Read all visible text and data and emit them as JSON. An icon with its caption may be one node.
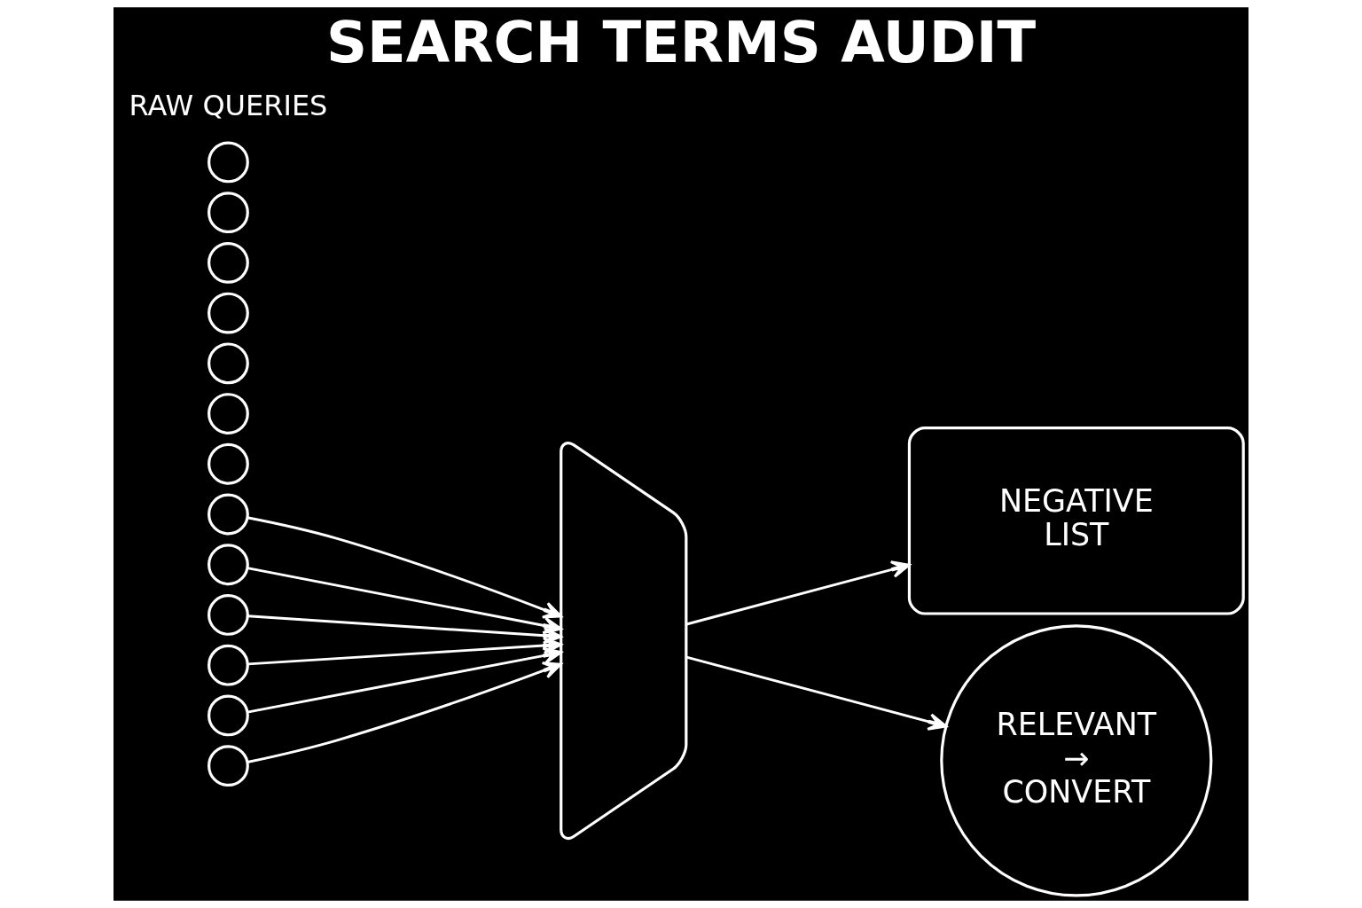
{
  "diagram": {
    "title": "SEARCH TERMS AUDIT",
    "nodes": [
      {
        "text": [],
        "shape": "circle"
      },
      {
        "text": [],
        "shape": "circle"
      },
      {
        "text": [],
        "shape": "circle"
      },
      {
        "text": [],
        "shape": "circle"
      },
      {
        "text": [],
        "shape": "circle"
      },
      {
        "text": [],
        "shape": "circle"
      },
      {
        "text": [],
        "shape": "circle"
      },
      {
        "text": [],
        "shape": "circle"
      },
      {
        "text": [],
        "shape": "circle"
      },
      {
        "text": [],
        "shape": "circle"
      },
      {
        "text": [],
        "shape": "circle"
      },
      {
        "text": [],
        "shape": "circle"
      },
      {
        "text": [],
        "shape": "circle"
      },
      {
        "text": [],
        "shape": "trapezoid"
      },
      {
        "text": [
          "NEGATIVE LIST"
        ]
      },
      {
        "text": [
          "RELEVANT → CONVERT"
        ]
      }
    ],
    "edges": [
      {
        "from": 0,
        "to": 13,
        "arrow": "to"
      },
      {
        "from": 2,
        "to": 13,
        "arrow": "to"
      },
      {
        "from": 5,
        "to": 13,
        "arrow": "to"
      },
      {
        "from": 7,
        "to": 13,
        "arrow": "to"
      },
      {
        "from": 9,
        "to": 13,
        "arrow": "to"
      },
      {
        "from": 11,
        "to": 13,
        "arrow": "to"
      },
      {
        "from": 13,
        "to": 14,
        "arrow": "to"
      },
      {
        "from": 13,
        "to": 15,
        "arrow": "to"
      }
    ],
    "labels": [
      "RAW QUERIES"
    ]
  }
}
